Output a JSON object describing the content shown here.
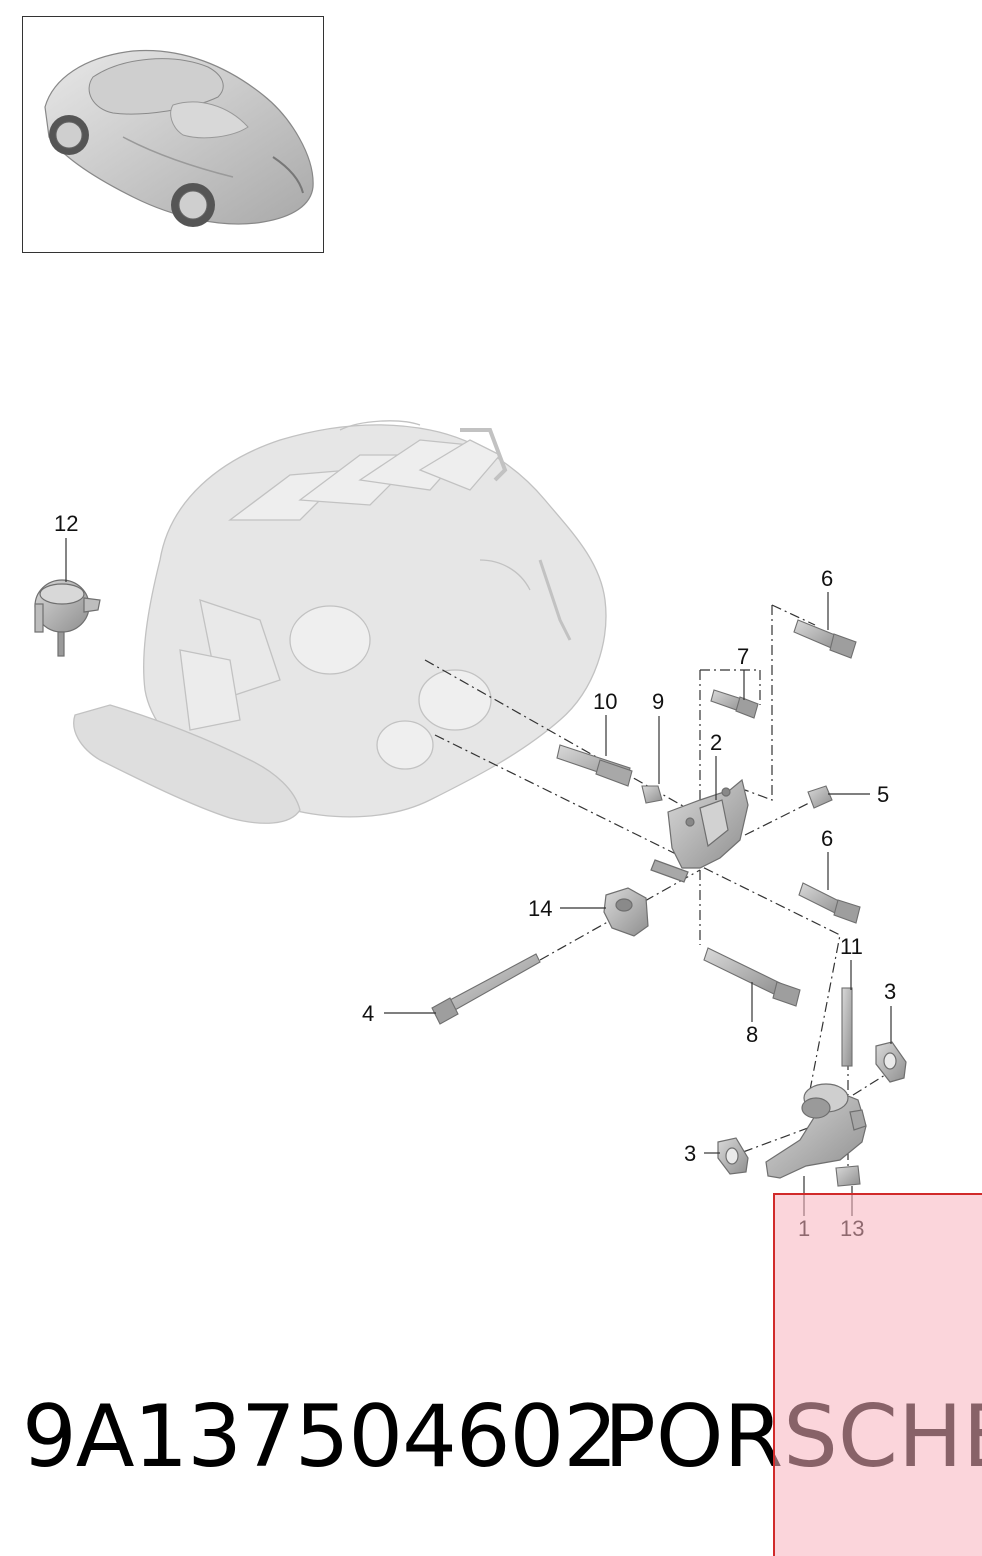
{
  "thumbnail": {
    "icon": "car-icon"
  },
  "engine": {
    "icon": "engine-icon"
  },
  "callouts": [
    {
      "id": "c1",
      "text": "1"
    },
    {
      "id": "c2",
      "text": "2"
    },
    {
      "id": "c3a",
      "text": "3"
    },
    {
      "id": "c3b",
      "text": "3"
    },
    {
      "id": "c4",
      "text": "4"
    },
    {
      "id": "c5",
      "text": "5"
    },
    {
      "id": "c6a",
      "text": "6"
    },
    {
      "id": "c6b",
      "text": "6"
    },
    {
      "id": "c7",
      "text": "7"
    },
    {
      "id": "c8",
      "text": "8"
    },
    {
      "id": "c9",
      "text": "9"
    },
    {
      "id": "c10",
      "text": "10"
    },
    {
      "id": "c11",
      "text": "11"
    },
    {
      "id": "c12",
      "text": "12"
    },
    {
      "id": "c13",
      "text": "13"
    },
    {
      "id": "c14",
      "text": "14"
    }
  ],
  "footer": {
    "part_number": "9A137504602",
    "brand": "PORSCHE"
  },
  "colors": {
    "part_fill": "#bdbdbd",
    "part_stroke": "#777777",
    "ghost_fill": "#e6e6e6",
    "highlight_border": "#d12a2a",
    "highlight_fill": "#f7b3be"
  }
}
